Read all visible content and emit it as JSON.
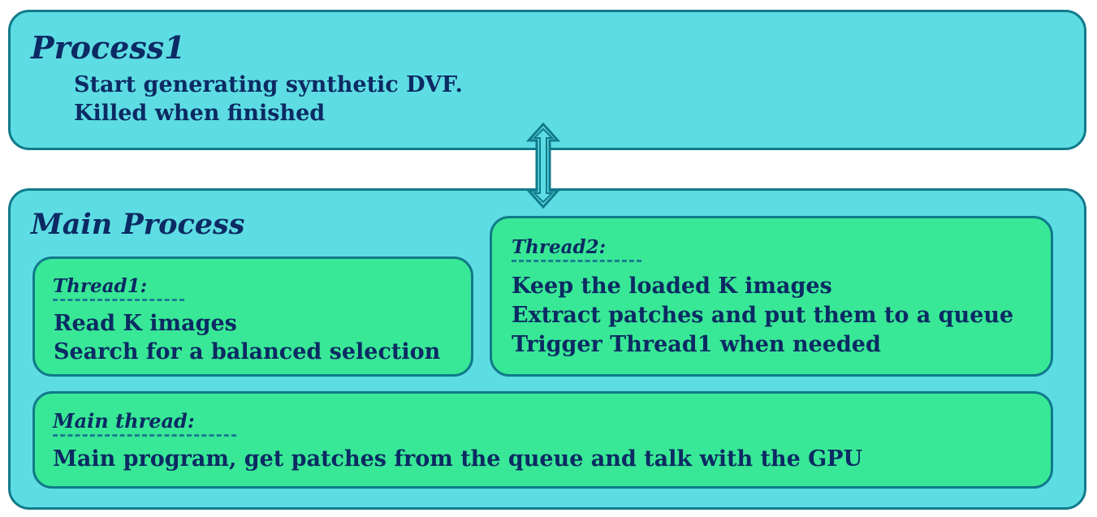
{
  "colors": {
    "outer_fill": "#5ddde3",
    "inner_fill": "#38e896",
    "border": "#117a8b",
    "text": "#0c2a63"
  },
  "process1": {
    "title": "Process1",
    "lines": [
      "Start generating synthetic DVF.",
      "Killed when finished"
    ]
  },
  "connector": {
    "icon": "double-arrow-vertical-icon"
  },
  "main_process": {
    "title": "Main Process",
    "thread1": {
      "label": "Thread1:",
      "lines": [
        "Read K images",
        "Search for a balanced selection"
      ]
    },
    "thread2": {
      "label": "Thread2:",
      "lines": [
        "Keep the loaded K images",
        "Extract patches and put them to a queue",
        "Trigger Thread1 when needed"
      ]
    },
    "main_thread": {
      "label": "Main thread:",
      "lines": [
        "Main program, get patches from the queue and talk with the GPU"
      ]
    }
  }
}
